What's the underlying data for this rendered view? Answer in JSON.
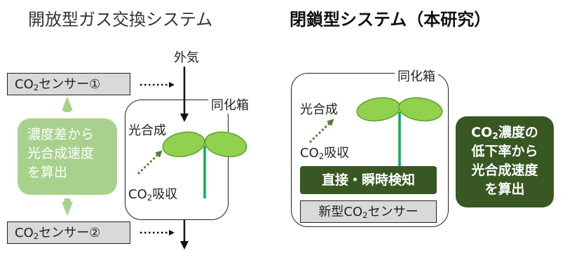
{
  "left": {
    "title": "開放型ガス交換システム",
    "outside_air": "外気",
    "chamber_label": "同化箱",
    "photosynthesis": "光合成",
    "co2_absorb": {
      "pre": "CO",
      "sub": "2",
      "post": "吸収"
    },
    "sensor1": {
      "pre": "CO",
      "sub": "2",
      "post": "センサー①"
    },
    "sensor2": {
      "pre": "CO",
      "sub": "2",
      "post": "センサー②"
    },
    "calc_lines": [
      "濃度差から",
      "光合成速度",
      "を算出"
    ]
  },
  "right": {
    "title": "閉鎖型システム（本研究）",
    "chamber_label": "同化箱",
    "photosynthesis": "光合成",
    "co2_absorb": {
      "pre": "CO",
      "sub": "2",
      "post": "吸収"
    },
    "detect": "直接・瞬時検知",
    "new_sensor": {
      "pre": "新型CO",
      "sub": "2",
      "post": "センサー"
    },
    "calc_lines": [
      {
        "pre": "CO",
        "sub": "2",
        "post": "濃度の"
      },
      {
        "pre": "",
        "sub": "",
        "post": "低下率から"
      },
      {
        "pre": "",
        "sub": "",
        "post": "光合成速度"
      },
      {
        "pre": "",
        "sub": "",
        "post": "を算出"
      }
    ]
  },
  "colors": {
    "leaf_fill": "#92d050",
    "leaf_stroke": "#58a52a",
    "stem": "#00b050",
    "dotted_arrow": "#548235",
    "light_green_box": "#a9d18e",
    "dark_green_box": "#385723",
    "sensor_gray": "#d9d9d9"
  }
}
